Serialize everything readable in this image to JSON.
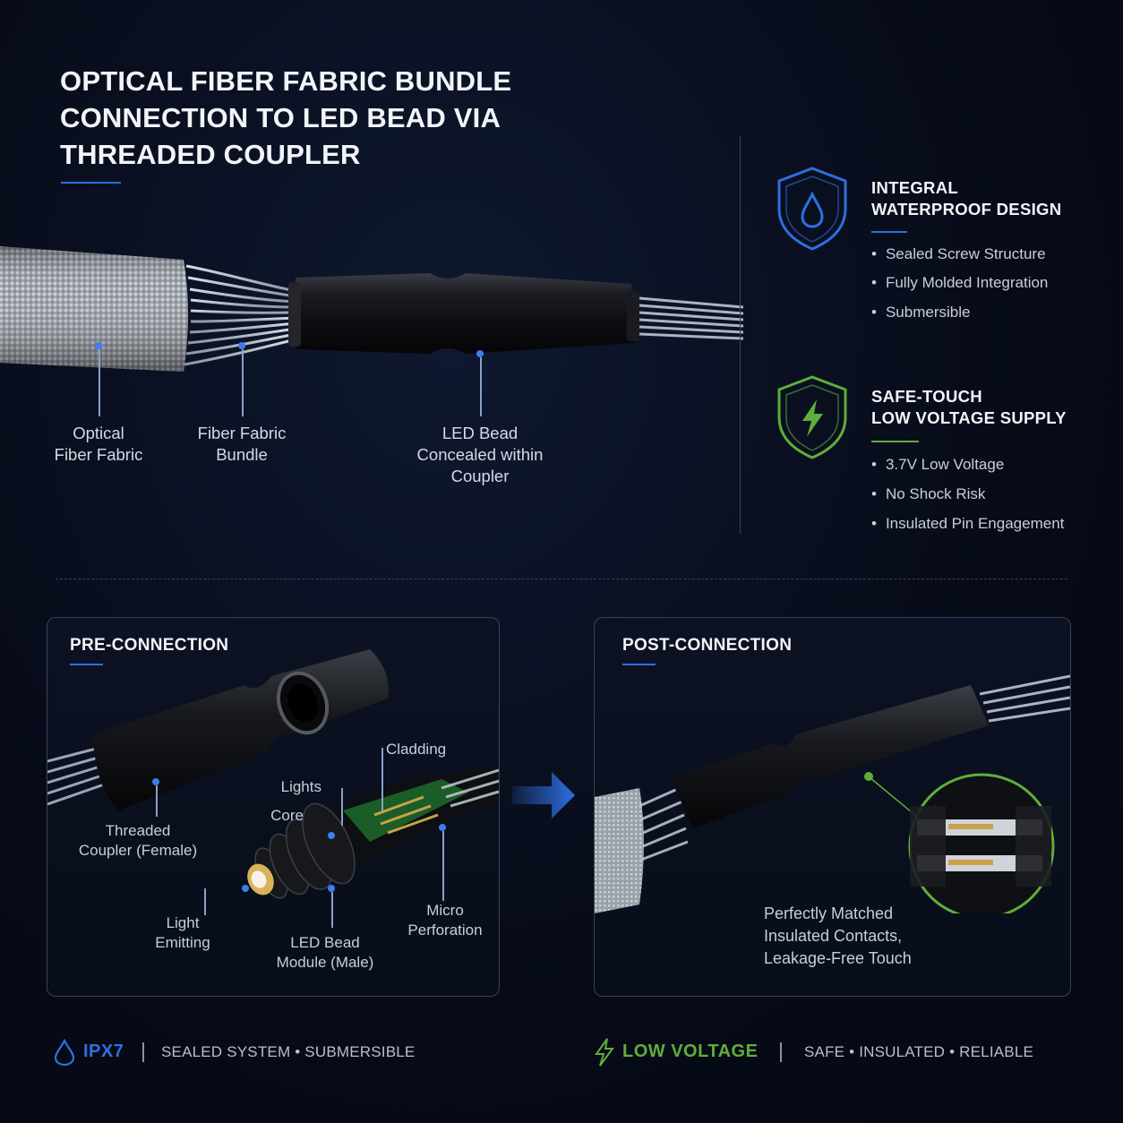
{
  "title": {
    "lines": [
      "OPTICAL FIBER FABRIC BUNDLE",
      "CONNECTION TO LED BEAD VIA",
      "THREADED COUPLER"
    ]
  },
  "hero_callouts": {
    "optical_fabric": [
      "Optical",
      "Fiber Fabric"
    ],
    "fiber_bundle": [
      "Fiber Fabric",
      "Bundle"
    ],
    "led_bead": [
      "LED Bead",
      "Concealed within",
      "Coupler"
    ]
  },
  "features": [
    {
      "icon": "water-shield-icon",
      "color": "#2f6fe0",
      "title_lines": [
        "INTEGRAL",
        "WATERPROOF DESIGN"
      ],
      "bullets": [
        "Sealed Screw Structure",
        "Fully Molded Integration",
        "Submersible"
      ]
    },
    {
      "icon": "bolt-shield-icon",
      "color": "#5fae3a",
      "title_lines": [
        "SAFE-TOUCH",
        "LOW VOLTAGE SUPPLY"
      ],
      "bullets": [
        "3.7V Low Voltage",
        "No Shock Risk",
        "Insulated Pin Engagement"
      ]
    }
  ],
  "pre_connection": {
    "title": "PRE-CONNECTION",
    "labels": {
      "coupler": [
        "Threaded",
        "Coupler (Female)"
      ],
      "cladding": "Cladding",
      "lights": "Lights",
      "core": "Core",
      "light_emitting": [
        "Light",
        "Emitting"
      ],
      "led_module": [
        "LED Bead",
        "Module (Male)"
      ],
      "micro_perforation": [
        "Micro",
        "Perforation"
      ]
    }
  },
  "post_connection": {
    "title": "POST-CONNECTION",
    "caption": [
      "Perfectly Matched",
      "Insulated Contacts,",
      "Leakage-Free Touch"
    ]
  },
  "footer": {
    "left": {
      "icon": "droplet-icon",
      "strong": "IPX7",
      "text": "SEALED SYSTEM  •  SUBMERSIBLE",
      "color": "#2f6fe0"
    },
    "right": {
      "icon": "bolt-icon",
      "strong": "LOW VOLTAGE",
      "text": "SAFE  •  INSULATED  •  RELIABLE",
      "color": "#5fae3a"
    }
  }
}
